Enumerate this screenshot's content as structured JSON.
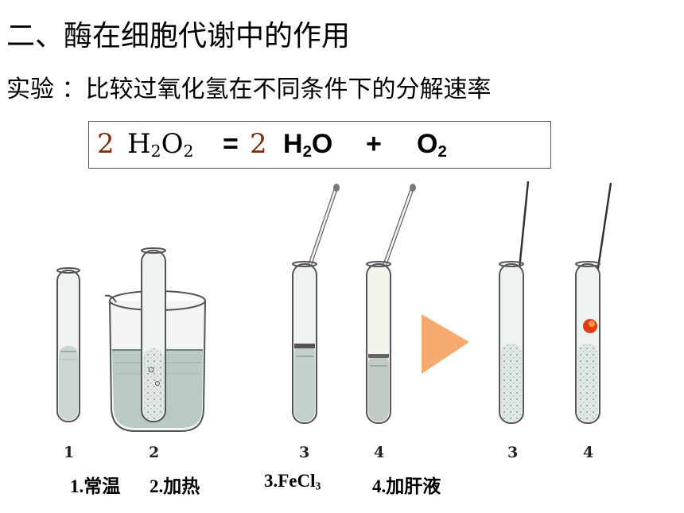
{
  "heading": "二、酶在细胞代谢中的作用",
  "subheading": "实验 ：比较过氧化氢在不同条件下的分解速率",
  "equation": {
    "coef_left": "2",
    "reactant": "H",
    "reactant_sub1": "2",
    "reactant_o": "O",
    "reactant_sub2": "2",
    "equals": "=",
    "coef_right": "2",
    "product1": "H",
    "product1_sub": "2",
    "product1_o": "O",
    "plus": "+",
    "product2": "O",
    "product2_sub": "2"
  },
  "tube_numbers": [
    "1",
    "2",
    "3",
    "4",
    "3",
    "4"
  ],
  "captions": {
    "c1": "1.常温",
    "c2": "2.加热",
    "c3_main": "3.FeCl",
    "c3_sub": "3",
    "c4": "4.加肝液"
  },
  "colors": {
    "equation_coefficient": "#7a2e12",
    "arrow": "#f4a261",
    "glowing_splint": "#e63b17"
  },
  "icons": [
    "arrow-right-icon"
  ]
}
